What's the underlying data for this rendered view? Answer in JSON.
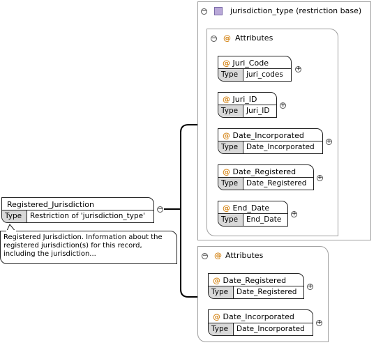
{
  "element": {
    "name": "Registered_Jurisdiction",
    "type_key": "Type",
    "type_value": "Restriction of 'jurisdiction_type'",
    "documentation": "Registered Jurisdiction. Information about the registered jurisdiction(s) for this record, including the jurisdiction..."
  },
  "base_type": {
    "title": "jurisdiction_type (restriction base)",
    "attributes_label": "Attributes",
    "attributes": [
      {
        "name": "Juri_Code",
        "type_key": "Type",
        "type": "juri_codes"
      },
      {
        "name": "Juri_ID",
        "type_key": "Type",
        "type": "Juri_ID"
      },
      {
        "name": "Date_Incorporated",
        "type_key": "Type",
        "type": "Date_Incorporated"
      },
      {
        "name": "Date_Registered",
        "type_key": "Type",
        "type": "Date_Registered"
      },
      {
        "name": "End_Date",
        "type_key": "Type",
        "type": "End_Date"
      }
    ]
  },
  "restriction": {
    "attributes_label": "Attributes",
    "attributes": [
      {
        "name": "Date_Registered",
        "type_key": "Type",
        "type": "Date_Registered"
      },
      {
        "name": "Date_Incorporated",
        "type_key": "Type",
        "type": "Date_Incorporated"
      }
    ]
  },
  "symbols": {
    "collapse": "−",
    "expand": "+",
    "attribute_marker": "@"
  },
  "colors": {
    "attribute_marker": "#d6891f",
    "complex_type_icon": "#b9a8d8",
    "type_cell": "#d9d9d9",
    "frame_border": "#9e9e9e"
  }
}
